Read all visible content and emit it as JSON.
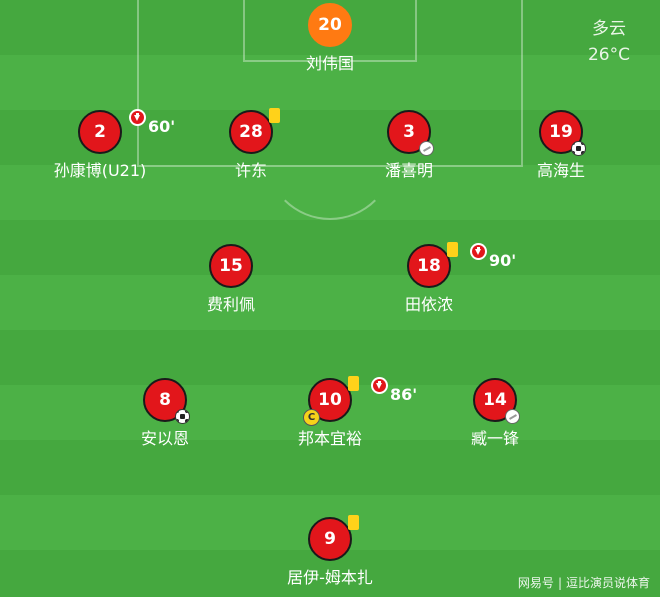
{
  "weather": {
    "condition": "多云",
    "temperature": "26°C"
  },
  "players": {
    "gk": {
      "number": "20",
      "name": "刘伟国"
    },
    "d1": {
      "number": "2",
      "name": "孙康博(U21)",
      "sub_minute": "60'"
    },
    "d2": {
      "number": "28",
      "name": "许东"
    },
    "d3": {
      "number": "3",
      "name": "潘喜明"
    },
    "d4": {
      "number": "19",
      "name": "高海生"
    },
    "m1": {
      "number": "15",
      "name": "费利佩"
    },
    "m2": {
      "number": "18",
      "name": "田依浓",
      "sub_minute": "90'"
    },
    "a1": {
      "number": "8",
      "name": "安以恩"
    },
    "a2": {
      "number": "10",
      "name": "邦本宜裕",
      "sub_minute": "86'",
      "captain_mark": "C"
    },
    "a3": {
      "number": "14",
      "name": "臧一锋"
    },
    "st": {
      "number": "9",
      "name": "居伊-姆本扎"
    }
  },
  "watermark": {
    "source": "网易号",
    "separator": "|",
    "author": "逗比演员说体育"
  },
  "colors": {
    "pitch": "#45a83f",
    "player": "#e2161b",
    "goalkeeper": "#ff7a12",
    "yellow_card": "#ffd21a"
  }
}
